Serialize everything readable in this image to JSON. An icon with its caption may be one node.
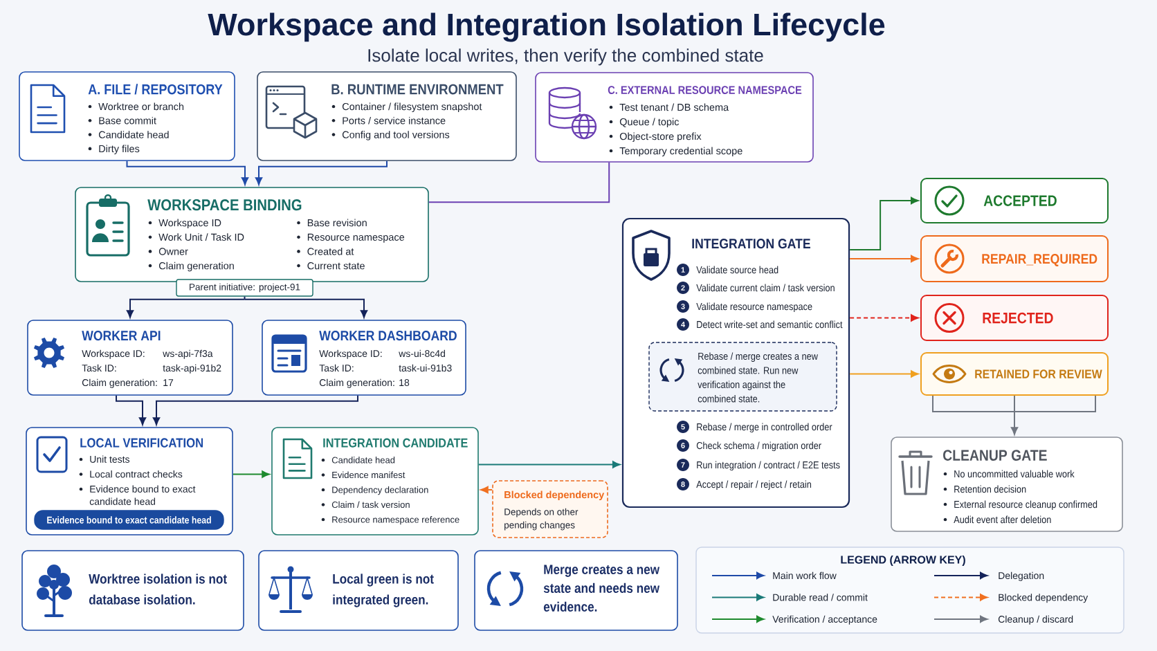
{
  "diagram": {
    "title": "Workspace and Integration Isolation Lifecycle",
    "nodes": [
      {
        "text": [
          "A. FILE / REPOSITORY",
          "Worktree or branch",
          "Base commit",
          "Candidate head",
          "Dirty files"
        ]
      },
      {
        "text": [
          "B. RUNTIME ENVIRONMENT",
          "Container / filesystem snapshot",
          "Ports / service instance",
          "Config and tool versions"
        ]
      },
      {
        "text": [
          "C. EXTERNAL RESOURCE NAMESPACE",
          "Test tenant / DB schema",
          "Queue / topic",
          "Object-store prefix",
          "Temporary credential scope"
        ]
      },
      {
        "text": [
          "WORKSPACE BINDING",
          "Workspace ID",
          "Work Unit / Task ID",
          "Owner",
          "Claim generation",
          "Base revision",
          "Resource namespace",
          "Created at",
          "Current state"
        ]
      },
      {
        "text": [
          "Parent initiative: project-91"
        ]
      },
      {
        "text": [
          "WORKER API",
          "Workspace ID:",
          "ws-api-7f3a",
          "Task ID:",
          "task-api-91b2",
          "Claim generation:",
          "17"
        ]
      },
      {
        "text": [
          "WORKER DASHBOARD",
          "Workspace ID:",
          "ws-ui-8c4d",
          "Task ID:",
          "task-ui-91b3",
          "Claim generation:",
          "18"
        ]
      },
      {
        "text": [
          "LOCAL VERIFICATION",
          "Unit tests",
          "Local contract checks",
          "Evidence bound to exact candidate head"
        ]
      },
      {
        "text": [
          "Evidence bound to exact candidate head"
        ],
        "in": 7
      },
      {
        "text": [
          "INTEGRATION CANDIDATE",
          "Candidate head",
          "Evidence manifest",
          "Dependency declaration",
          "Claim / task version",
          "Resource namespace reference"
        ]
      },
      {
        "text": [
          "Blocked dependency",
          "Depends on other pending changes"
        ]
      },
      {
        "text": [
          "INTEGRATION GATE",
          "1",
          "Validate source head",
          "2",
          "Validate current claim / task version",
          "3",
          "Validate resource namespace",
          "4",
          "Detect write-set and semantic conflict",
          "5",
          "Rebase / merge in controlled order",
          "6",
          "Check schema / migration order",
          "7",
          "Run integration / contract / E2E tests",
          "8",
          "Accept / repair / reject / retain"
        ]
      },
      {
        "text": [
          "Rebase / merge creates a new combined state. Run new verification against the combined state."
        ],
        "in": 11
      },
      {
        "text": [
          "ACCEPTED"
        ]
      },
      {
        "text": [
          "REPAIR_REQUIRED"
        ]
      },
      {
        "text": [
          "REJECTED"
        ]
      },
      {
        "text": [
          "RETAINED FOR REVIEW"
        ]
      },
      {
        "text": [
          "CLEANUP GATE",
          "No uncommitted valuable work",
          "Retention decision",
          "External resource cleanup confirmed",
          "Audit event after deletion"
        ]
      },
      {
        "text": [
          "Worktree isolation is not database isolation."
        ]
      },
      {
        "text": [
          "Local green is not integrated green."
        ]
      },
      {
        "text": [
          "Merge creates a new state and needs new evidence."
        ]
      }
    ],
    "edges": [
      {
        "from": 0,
        "to": 3,
        "arrow": "to",
        "color": "#1f4aa8"
      },
      {
        "from": 1,
        "to": 3,
        "arrow": "to",
        "color": "#1f4aa8"
      },
      {
        "from": 2,
        "to": 3,
        "arrow": "none",
        "color": "#6b40b2"
      },
      {
        "from": 4,
        "to": 5,
        "arrow": "to"
      },
      {
        "from": 4,
        "to": 6,
        "arrow": "to"
      },
      {
        "from": 5,
        "to": 7,
        "arrow": "to"
      },
      {
        "from": 6,
        "to": 7,
        "arrow": "to"
      },
      {
        "from": 7,
        "to": 9,
        "arrow": "to",
        "color": "#1e8a2e"
      },
      {
        "from": 9,
        "to": 11,
        "arrow": "to",
        "color": "#1a7a78"
      },
      {
        "from": 10,
        "to": 9,
        "arrow": "to",
        "style": "dashed",
        "color": "#f07020"
      },
      {
        "from": 11,
        "to": 13,
        "arrow": "to",
        "color": "#1e7a2e"
      },
      {
        "from": 11,
        "to": 14,
        "arrow": "to",
        "color": "#f07020"
      },
      {
        "from": 11,
        "to": 15,
        "arrow": "to",
        "style": "dashed",
        "color": "#e0241c"
      },
      {
        "from": 11,
        "to": 16,
        "arrow": "to",
        "color": "#f0a020"
      },
      {
        "from": 16,
        "to": 17,
        "arrow": "to",
        "color": "#707680"
      }
    ],
    "labels": [
      "Isolate local writes, then verify the combined state",
      "LEGEND (ARROW KEY)"
    ],
    "legend": [
      {
        "text": "Main work flow"
      },
      {
        "text": "Delegation"
      },
      {
        "text": "Durable read / commit"
      },
      {
        "text": "Blocked dependency"
      },
      {
        "text": "Verification / acceptance"
      },
      {
        "text": "Cleanup / discard"
      }
    ]
  }
}
